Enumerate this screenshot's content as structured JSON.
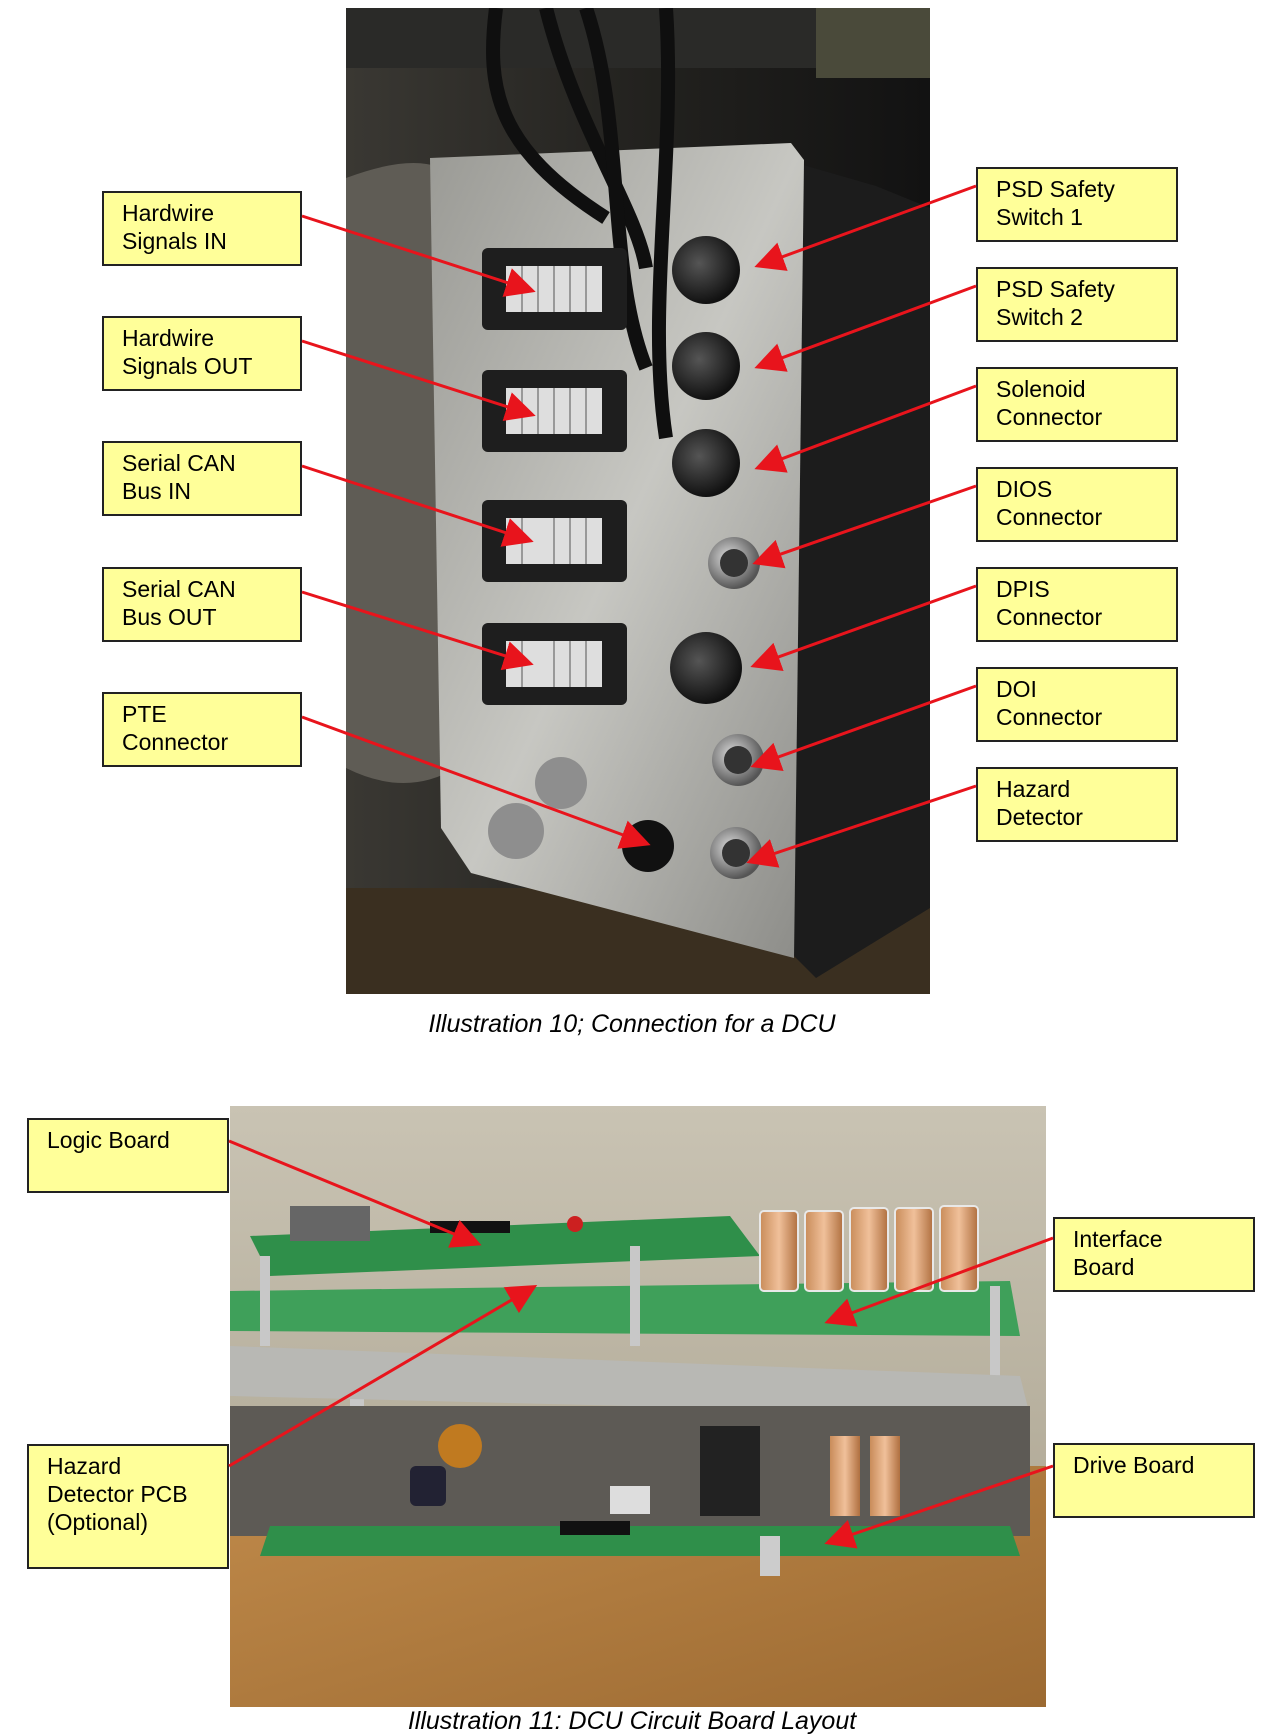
{
  "illustration_10": {
    "caption": "Illustration 10; Connection for a DCU",
    "labels": {
      "hardwire_signals_in": "Hardwire\nSignals IN",
      "hardwire_signals_out": "Hardwire\nSignals OUT",
      "serial_can_bus_in": "Serial CAN\nBus IN",
      "serial_can_bus_out": "Serial CAN\nBus OUT",
      "pte_connector": "PTE\nConnector",
      "psd_safety_switch_1": "PSD Safety\nSwitch 1",
      "psd_safety_switch_2": "PSD Safety\nSwitch 2",
      "solenoid_connector": "Solenoid\nConnector",
      "dios_connector": "DIOS\nConnector",
      "dpis_connector": "DPIS\nConnector",
      "doi_connector": "DOI\nConnector",
      "hazard_detector": "Hazard\nDetector"
    }
  },
  "illustration_11": {
    "caption": "Illustration 11: DCU Circuit Board Layout",
    "labels": {
      "logic_board": "Logic Board",
      "interface_board": "Interface\nBoard",
      "hazard_detector_pcb": "Hazard\nDetector PCB\n(Optional)",
      "drive_board": "Drive Board"
    }
  },
  "colors": {
    "label_fill": "#ffff99",
    "leader_line": "#e8141c"
  }
}
